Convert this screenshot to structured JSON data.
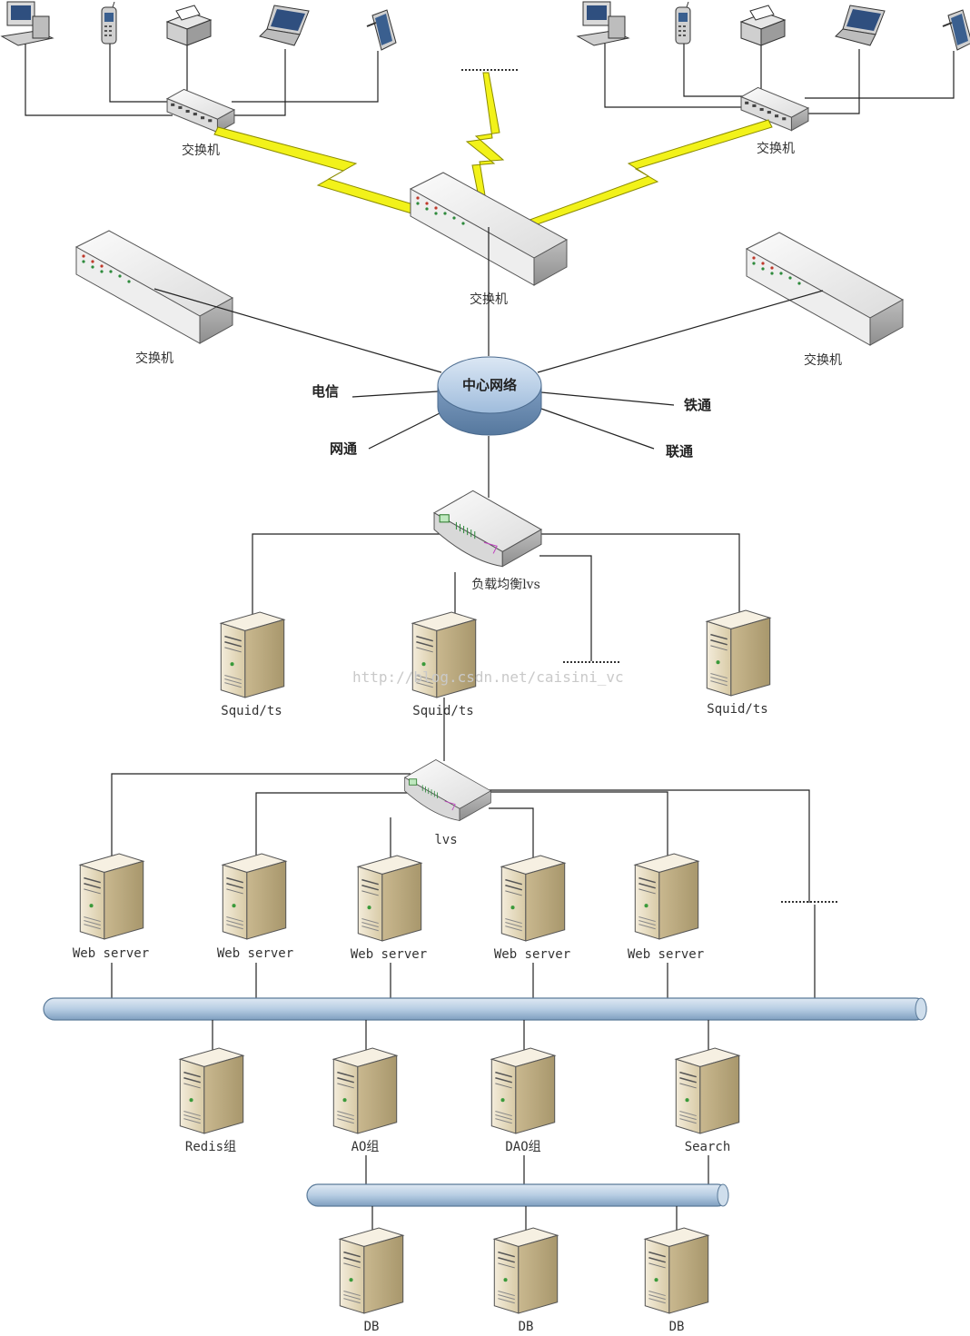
{
  "colors": {
    "bus_fill": "#b7cde3",
    "bus_stroke": "#5a7a99",
    "lightning": "#f2f21a",
    "server_body": "#e6dcc5",
    "cloud_fill": "#a8c3e0"
  },
  "ellipsis": "………",
  "watermark": "http://blog.csdn.net/caisini_vc",
  "switches": {
    "top_left": "交换机",
    "top_right": "交换机",
    "center": "交换机",
    "left": "交换机",
    "right": "交换机"
  },
  "core": {
    "label": "中心网络",
    "isp": [
      "电信",
      "网通",
      "铁通",
      "联通"
    ]
  },
  "lb1": "负载均衡lvs",
  "squid": [
    "Squid/ts",
    "Squid/ts",
    "Squid/ts"
  ],
  "lb2": "lvs",
  "web": [
    "Web server",
    "Web server",
    "Web server",
    "Web server",
    "Web server"
  ],
  "services": [
    "Redis组",
    "AO组",
    "DAO组",
    "Search"
  ],
  "db": [
    "DB",
    "DB",
    "DB"
  ]
}
